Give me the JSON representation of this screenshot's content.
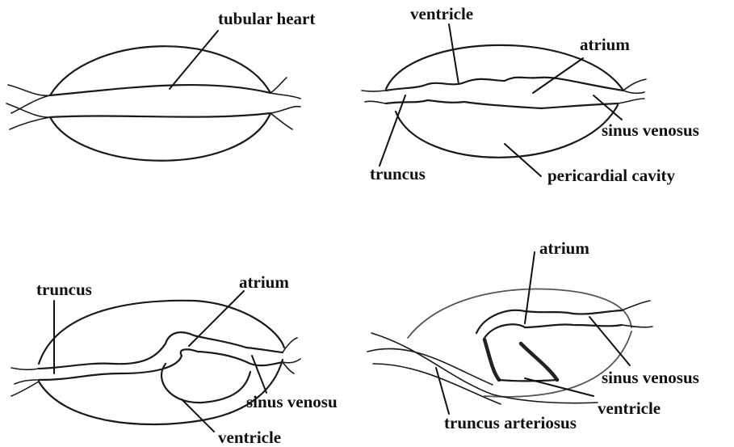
{
  "stage1": {
    "labels": {
      "tubular_heart": "tubular heart"
    }
  },
  "stage2": {
    "labels": {
      "ventricle": "ventricle",
      "atrium": "atrium",
      "sinus_venosus": "sinus venosus",
      "truncus": "truncus",
      "pericardial_cavity": "pericardial cavity"
    }
  },
  "stage3": {
    "labels": {
      "truncus": "truncus",
      "atrium": "atrium",
      "sinus_venosus": "sinus venosu",
      "ventricle": "ventricle"
    }
  },
  "stage4": {
    "labels": {
      "atrium": "atrium",
      "sinus_venosus": "sinus venosus",
      "ventricle": "ventricle",
      "truncus_arteriosus": "truncus arteriosus"
    }
  }
}
